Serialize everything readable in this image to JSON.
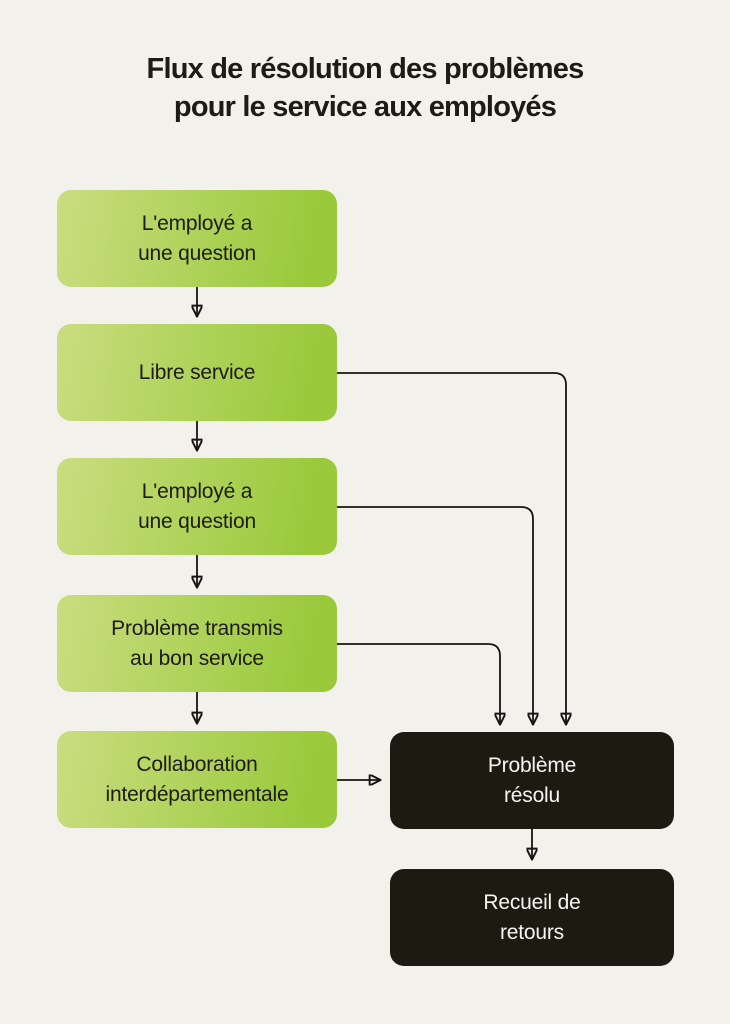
{
  "title": {
    "line1": "Flux de résolution des problèmes",
    "line2": "pour le service aux employés"
  },
  "colors": {
    "background": "#f2f1ec",
    "node_gradient_start": "#cadd80",
    "node_gradient_end": "#9aca3c",
    "node_dark": "#1d1a12",
    "text_dark": "#1e1b13",
    "text_light": "#f5f4ee",
    "connector": "#161512"
  },
  "nodes": {
    "employee_question_1": {
      "label": "L'employé a\nune question",
      "type": "green"
    },
    "self_service": {
      "label": "Libre service",
      "type": "green"
    },
    "employee_question_2": {
      "label": "L'employé a\nune question",
      "type": "green"
    },
    "issue_routed": {
      "label": "Problème transmis\nau bon service",
      "type": "green"
    },
    "collaboration": {
      "label": "Collaboration\ninterdépartementale",
      "type": "green"
    },
    "problem_solved": {
      "label": "Problème\nrésolu",
      "type": "dark"
    },
    "feedback": {
      "label": "Recueil de\nretours",
      "type": "dark"
    }
  },
  "edges": [
    {
      "from": "employee_question_1",
      "to": "self_service"
    },
    {
      "from": "self_service",
      "to": "employee_question_2"
    },
    {
      "from": "employee_question_2",
      "to": "issue_routed"
    },
    {
      "from": "issue_routed",
      "to": "collaboration"
    },
    {
      "from": "self_service",
      "to": "problem_solved"
    },
    {
      "from": "employee_question_2",
      "to": "problem_solved"
    },
    {
      "from": "issue_routed",
      "to": "problem_solved"
    },
    {
      "from": "collaboration",
      "to": "problem_solved"
    },
    {
      "from": "problem_solved",
      "to": "feedback"
    }
  ]
}
